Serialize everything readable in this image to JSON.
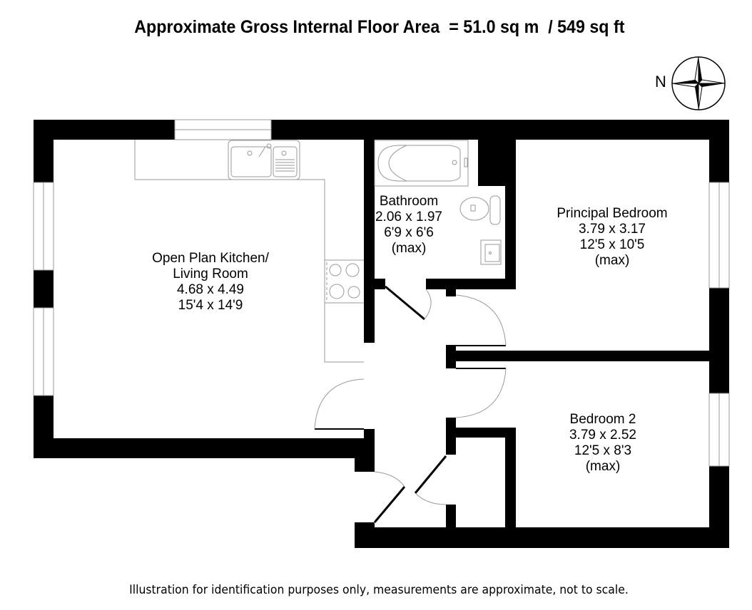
{
  "header": {
    "title": "Approximate Gross Internal Floor Area  = 51.0 sq m  / 549 sq ft",
    "gross_area_sq_m": "51.0",
    "gross_area_sq_ft": "549"
  },
  "compass": {
    "label": "N",
    "icon": "compass-rose-icon"
  },
  "rooms": [
    {
      "name": "Open Plan Kitchen/",
      "name_line2": "Living Room",
      "metric": "4.68 x 4.49",
      "imperial": "15'4 x 14'9",
      "note": ""
    },
    {
      "name": "Bathroom",
      "metric": "2.06 x 1.97",
      "imperial": "6'9 x 6'6",
      "note": "(max)"
    },
    {
      "name": "Principal Bedroom",
      "metric": "3.79 x 3.17",
      "imperial": "12'5 x 10'5",
      "note": "(max)"
    },
    {
      "name": "Bedroom 2",
      "metric": "3.79 x 2.52",
      "imperial": "12'5 x 8'3",
      "note": "(max)"
    }
  ],
  "fixtures": [
    "kitchen-sink-icon",
    "hob-icon",
    "bathtub-icon",
    "toilet-icon",
    "washbasin-icon"
  ],
  "colors": {
    "wall": "#000000",
    "fixture_line": "#9a9a9a",
    "background": "#ffffff"
  },
  "footer": {
    "disclaimer": "Illustration for identification purposes only, measurements are approximate, not to scale."
  }
}
